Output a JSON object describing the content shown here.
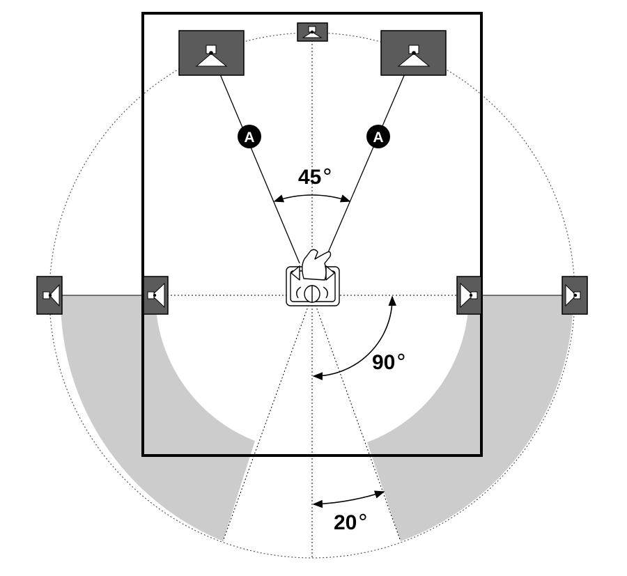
{
  "colors": {
    "speaker_fill": "#5b5b5b",
    "zone_fill": "#cccccc",
    "line": "#000000",
    "badge_fill": "#000000",
    "badge_text": "#ffffff"
  },
  "labels": {
    "front_angle": "45",
    "side_angle": "90",
    "rear_angle": "20",
    "degree_symbol": "°",
    "distance_marker": "A"
  },
  "icons": {
    "front_left": "speaker-front-left-icon",
    "front_right": "speaker-front-right-icon",
    "center": "speaker-center-icon",
    "surround_left_inner": "speaker-surround-left-icon",
    "surround_left_outer": "speaker-surround-left-outer-icon",
    "surround_right_inner": "speaker-surround-right-icon",
    "surround_right_outer": "speaker-surround-right-outer-icon",
    "listener": "listener-in-chair-icon"
  }
}
